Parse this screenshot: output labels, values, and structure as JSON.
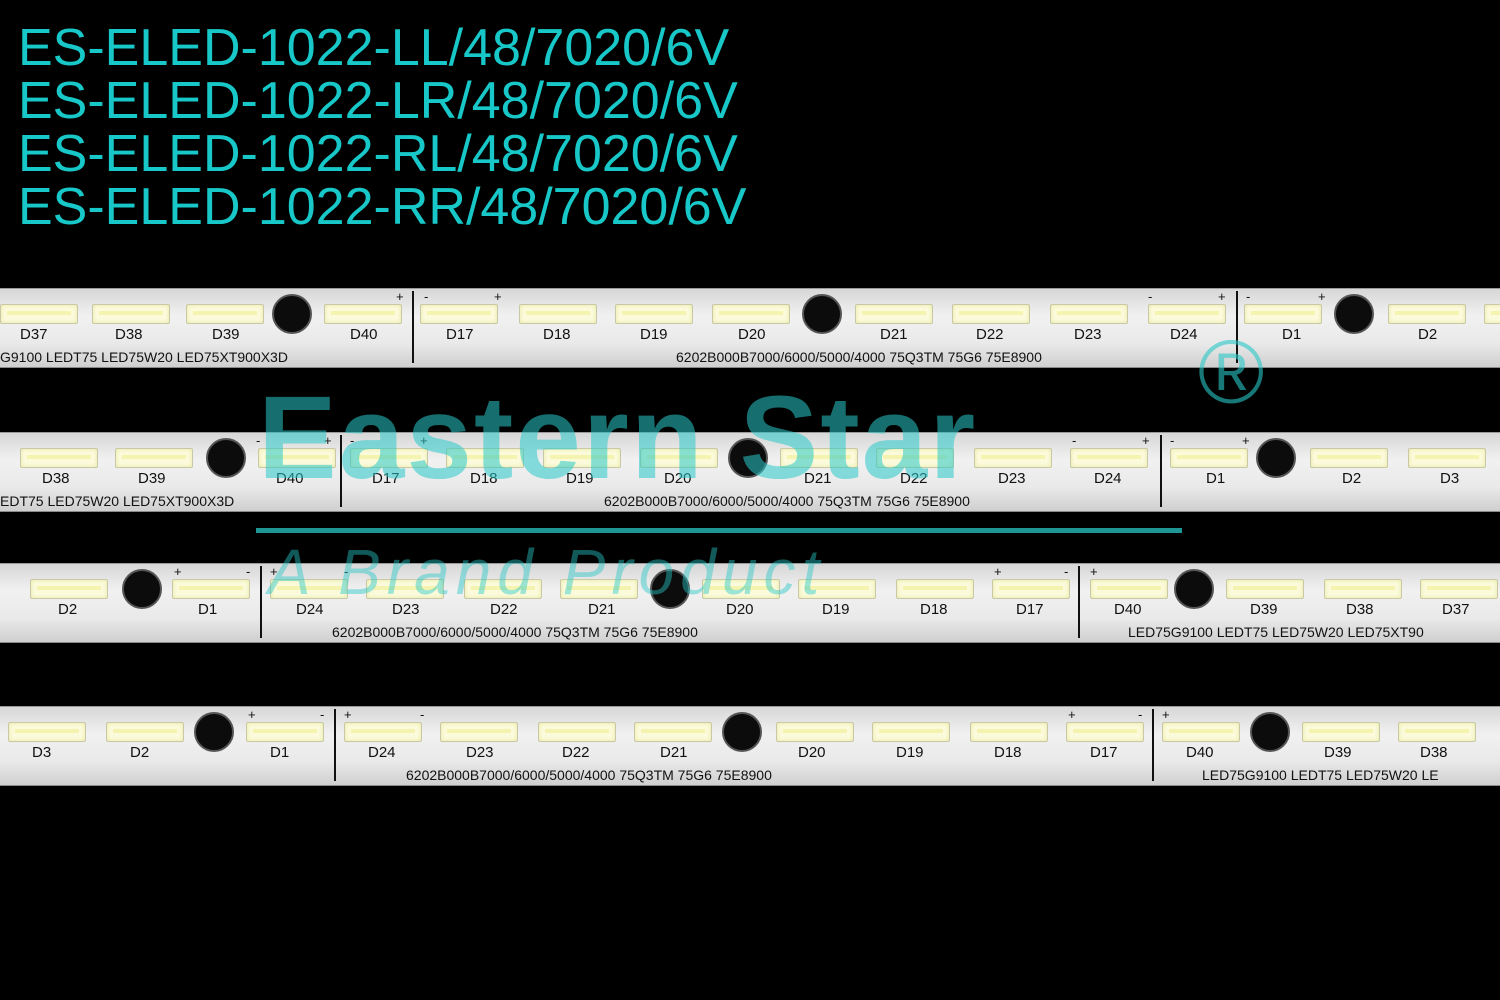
{
  "title_lines": [
    "ES-ELED-1022-LL/48/7020/6V",
    "ES-ELED-1022-LR/48/7020/6V",
    "ES-ELED-1022-RL/48/7020/6V",
    "ES-ELED-1022-RR/48/7020/6V"
  ],
  "watermark": {
    "brand": "Eastern Star",
    "registered": "®",
    "tagline": "A Brand Product"
  },
  "strips": [
    {
      "labels": [
        "D37",
        "D38",
        "D39",
        "D40",
        "D17",
        "D18",
        "D19",
        "D20",
        "D21",
        "D22",
        "D23",
        "D24",
        "D1",
        "D2"
      ],
      "info": [
        "G9100 LEDT75   LED75W20 LED75XT900X3D",
        "6202B000B7000/6000/5000/4000    75Q3TM   75G6  75E8900"
      ]
    },
    {
      "labels": [
        "D38",
        "D39",
        "D40",
        "D17",
        "D18",
        "D19",
        "D20",
        "D21",
        "D22",
        "D23",
        "D24",
        "D1",
        "D2",
        "D3"
      ],
      "info": [
        "EDT75    LED75W20 LED75XT900X3D",
        "6202B000B7000/6000/5000/4000    75Q3TM   75G6  75E8900"
      ]
    },
    {
      "labels": [
        "D2",
        "D1",
        "D24",
        "D23",
        "D22",
        "D21",
        "D20",
        "D19",
        "D18",
        "D17",
        "D40",
        "D39",
        "D38",
        "D37"
      ],
      "info": [
        "6202B000B7000/6000/5000/4000    75Q3TM   75G6  75E8900",
        "LED75G9100 LEDT75    LED75W20 LED75XT90"
      ]
    },
    {
      "labels": [
        "D3",
        "D2",
        "D1",
        "D24",
        "D23",
        "D22",
        "D21",
        "D20",
        "D19",
        "D18",
        "D17",
        "D40",
        "D39",
        "D38"
      ],
      "info": [
        "6202B000B7000/6000/5000/4000    75Q3TM   75G6  75E8900",
        "LED75G9100 LEDT75    LED75W20 LE"
      ]
    }
  ],
  "colors": {
    "title": "#18c8c8",
    "background": "#000000",
    "strip": "#e6e6e6"
  }
}
